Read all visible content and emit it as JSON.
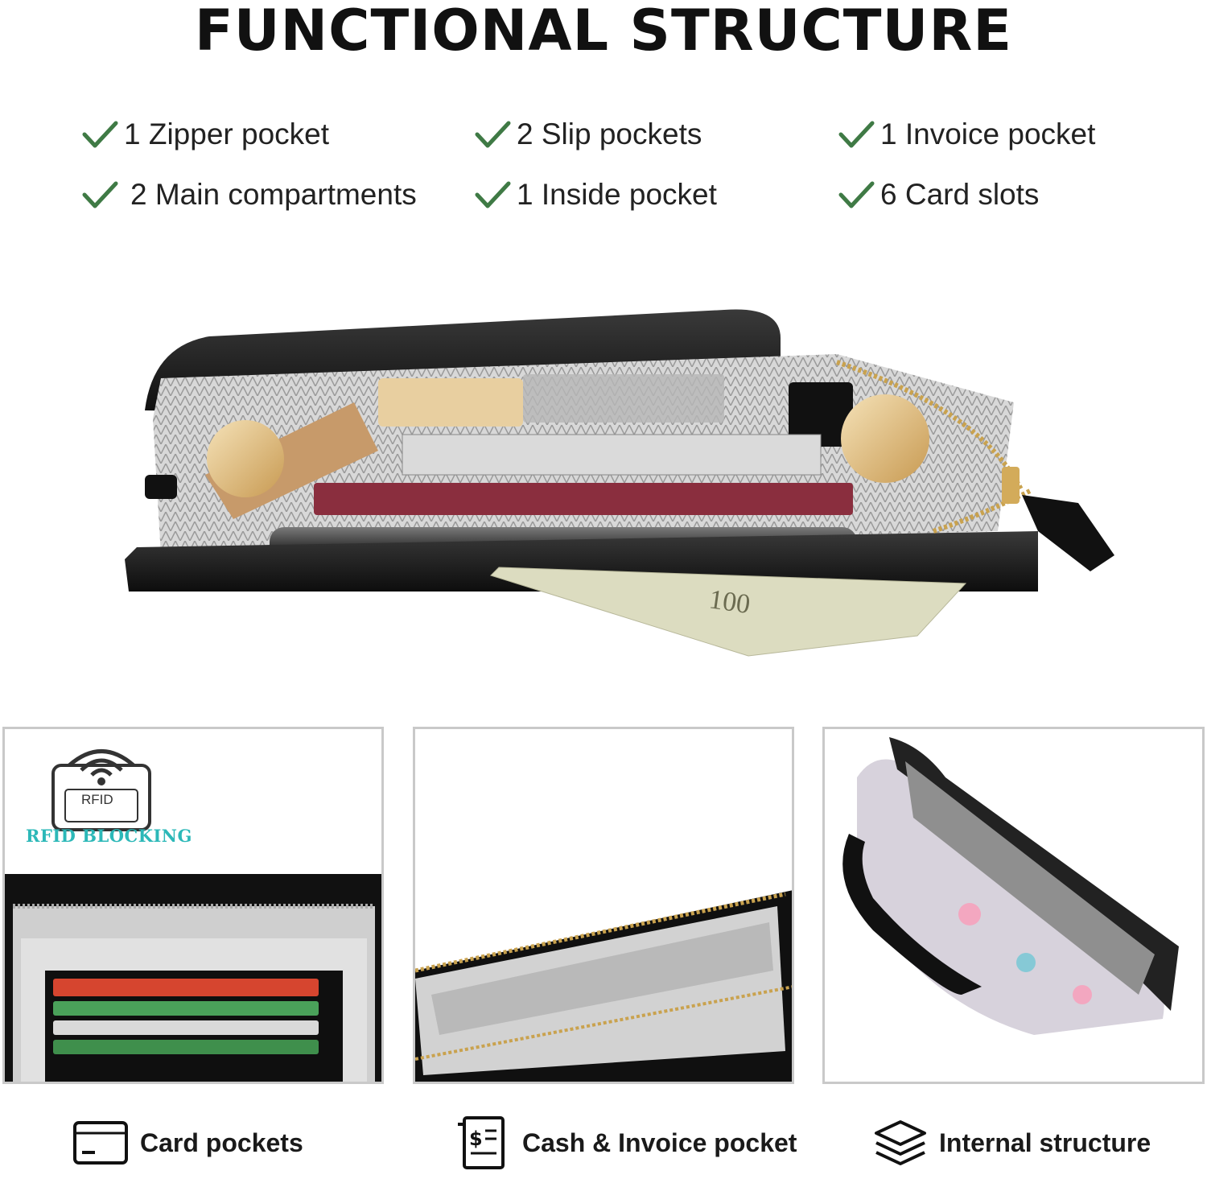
{
  "title": "FUNCTIONAL STRUCTURE",
  "features": [
    {
      "text": "1 Zipper pocket"
    },
    {
      "text": "2 Slip pockets"
    },
    {
      "text": "1 Invoice pocket"
    },
    {
      "text": "2 Main compartments"
    },
    {
      "text": "1 Inside pocket"
    },
    {
      "text": "6 Card slots"
    }
  ],
  "check_color": "#3f7a45",
  "panels": {
    "rfid": {
      "badge_label": "RFID",
      "title": "RFID BLOCKING",
      "title_color": "#2cb8b8"
    }
  },
  "captions": [
    {
      "label": "Card pockets",
      "icon": "card-icon"
    },
    {
      "label": "Cash & Invoice pocket",
      "icon": "invoice-icon"
    },
    {
      "label": "Internal structure",
      "icon": "layers-icon"
    }
  ]
}
